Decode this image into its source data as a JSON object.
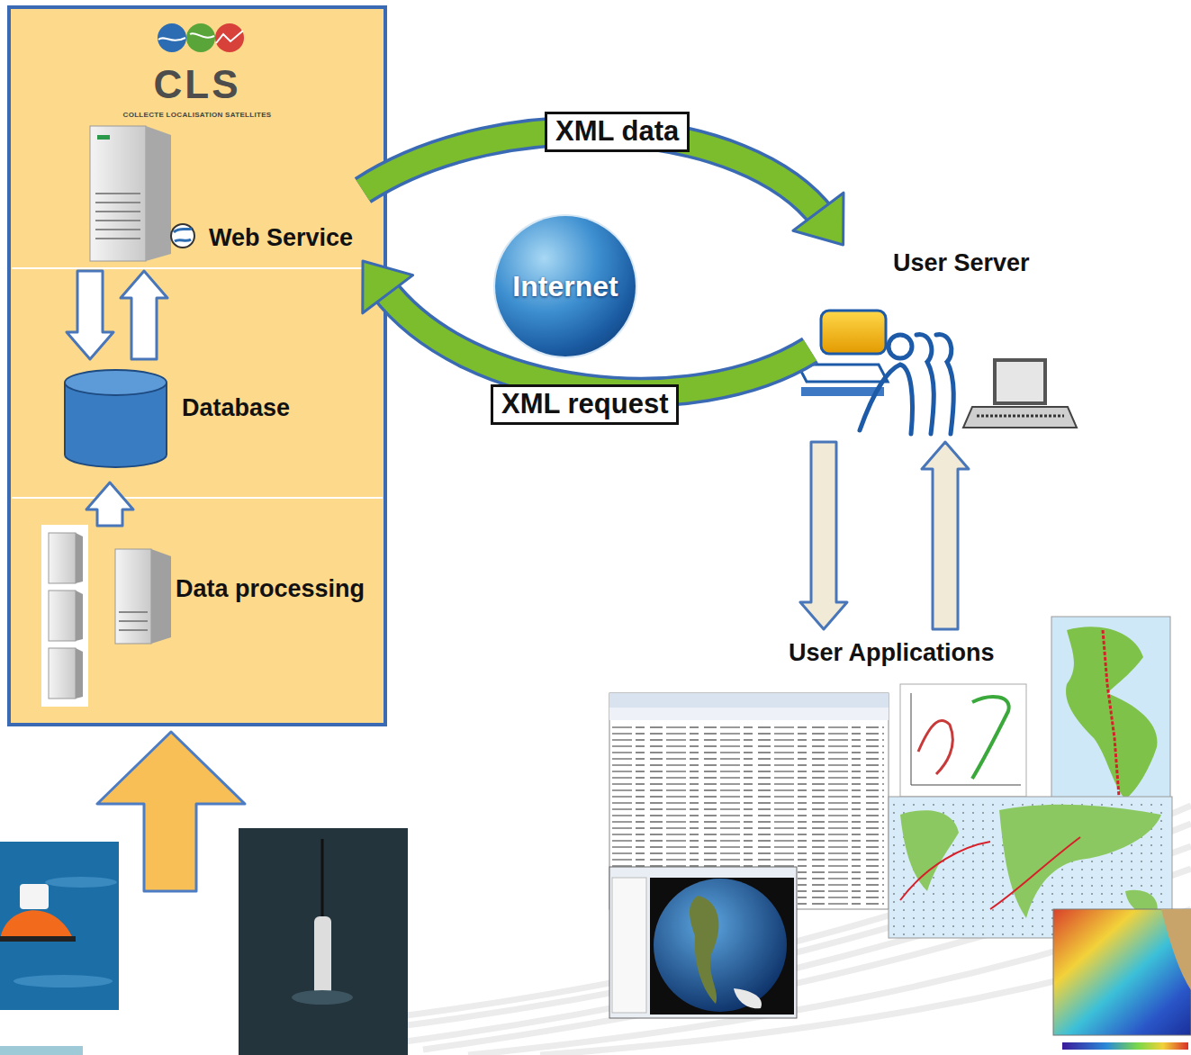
{
  "diagram": {
    "nodes": [
      {
        "text": [
          "CLS",
          "COLLECTE LOCALISATION SATELLITES"
        ]
      },
      {
        "text": [
          "Web Service"
        ],
        "in": 0
      },
      {
        "text": [
          "Database"
        ],
        "in": 0
      },
      {
        "text": [
          "Data processing"
        ],
        "in": 0
      },
      {
        "text": [
          "Internet"
        ]
      },
      {
        "text": [
          "User Server"
        ]
      },
      {
        "text": [
          "User Applications"
        ]
      }
    ],
    "edges": [
      {
        "from": 1,
        "to": 5,
        "arrow": "to",
        "label": "XML data"
      },
      {
        "from": 5,
        "to": 1,
        "arrow": "to",
        "label": "XML request"
      },
      {
        "from": 1,
        "to": 2,
        "arrow": "to"
      },
      {
        "from": 2,
        "to": 1,
        "arrow": "to"
      },
      {
        "from": 3,
        "to": 2,
        "arrow": "to"
      },
      {
        "from": 5,
        "to": 6,
        "arrow": "to"
      },
      {
        "from": 6,
        "to": 5,
        "arrow": "to"
      }
    ]
  }
}
